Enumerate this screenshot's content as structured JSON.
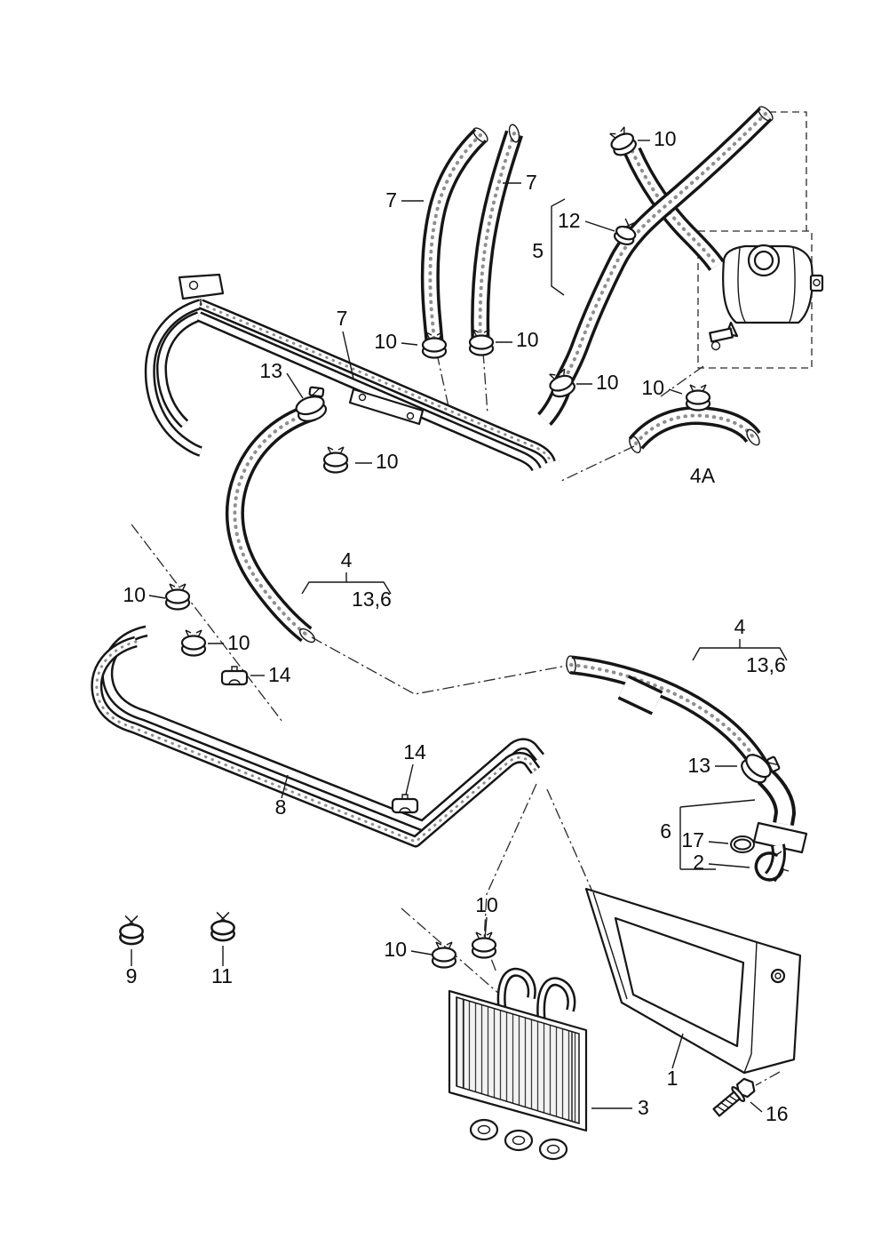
{
  "figure": {
    "type": "parts-diagram",
    "background": "#ffffff",
    "line_color": "#161616"
  },
  "callouts": {
    "clamp_top_right": "10",
    "hose_upper_right": "7",
    "hose_upper_left": "7",
    "clip_spring_upper": "12",
    "hose_feed": "5",
    "clamp_hose_left": "10",
    "clamp_hose_right": "10",
    "clamp_mid": "10",
    "clamp_connector": "10",
    "connector_4a": "4A",
    "pipe_assembly": "7",
    "clamp_13_upper": "13",
    "clamp_10_mid2": "10",
    "hose_4_center": "4",
    "hose_4_center_dim": "13,6",
    "clamp_10_left_a": "10",
    "clamp_10_left_b": "10",
    "holder_14_left": "14",
    "hose_4_right": "4",
    "hose_4_right_dim": "13,6",
    "holder_14_mid": "14",
    "pipe_8": "8",
    "clamp_13_lower": "13",
    "stub_6": "6",
    "oring_17": "17",
    "clip_2": "2",
    "clamp_10_cooler_a": "10",
    "clamp_10_cooler_b": "10",
    "clip_9": "9",
    "clip_11": "11",
    "shroud_1": "1",
    "cooler_3": "3",
    "bolt_16": "16"
  }
}
